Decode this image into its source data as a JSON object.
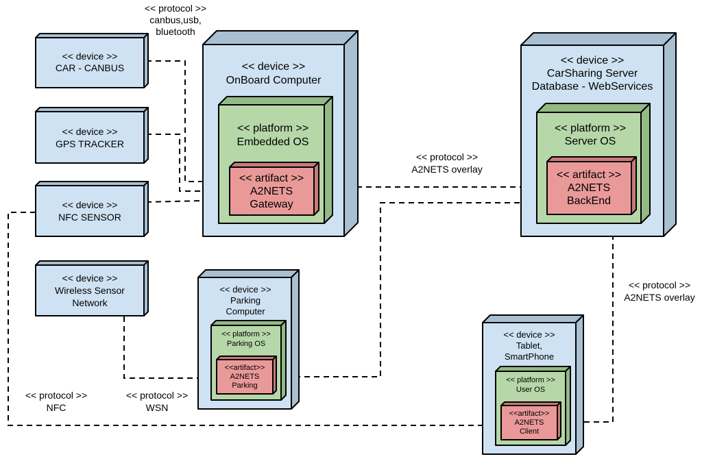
{
  "colors": {
    "device_fill": "#cfe2f3",
    "device_side": "#a9bfd2",
    "platform_fill": "#b6d7a8",
    "platform_side": "#93b985",
    "artifact_fill": "#ea9999",
    "artifact_side": "#c97a7a",
    "stroke": "#000000"
  },
  "devices": {
    "car_canbus": [
      "<< device >>",
      "CAR - CANBUS"
    ],
    "gps_tracker": [
      "<< device >>",
      "GPS TRACKER"
    ],
    "nfc_sensor": [
      "<< device >>",
      "NFC SENSOR"
    ],
    "wireless_sensor": [
      "<< device >>",
      "Wireless Sensor",
      "Network"
    ],
    "onboard_computer": [
      "<< device >>",
      "OnBoard Computer"
    ],
    "parking_computer": [
      "<< device >>",
      "Parking",
      "Computer"
    ],
    "carsharing_server": [
      "<< device >>",
      "CarSharing Server",
      "Database - WebServices"
    ],
    "tablet": [
      "<< device >>",
      "Tablet,",
      "SmartPhone"
    ]
  },
  "platforms": {
    "embedded_os": [
      "<< platform >>",
      "Embedded OS"
    ],
    "parking_os": [
      "<< platform >>",
      "Parking OS"
    ],
    "server_os": [
      "<< platform >>",
      "Server OS"
    ],
    "user_os": [
      "<< platform >>",
      "User OS"
    ]
  },
  "artifacts": {
    "gateway": [
      "<< artifact >>",
      "A2NETS",
      "Gateway"
    ],
    "parking": [
      "<<artifact>>",
      "A2NETS",
      "Parking"
    ],
    "backend": [
      "<< artifact >>",
      "A2NETS",
      "BackEnd"
    ],
    "client": [
      "<<artifact>>",
      "A2NETS",
      "Client"
    ]
  },
  "protocols": {
    "canbus": [
      "<< protocol >>",
      "canbus,usb,",
      "bluetooth"
    ],
    "overlay_top": [
      "<< protocol >>",
      "A2NETS overlay"
    ],
    "overlay_right": [
      "<< protocol >>",
      "A2NETS overlay"
    ],
    "nfc": [
      "<< protocol >>",
      "NFC"
    ],
    "wsn": [
      "<< protocol >>",
      "WSN"
    ]
  }
}
